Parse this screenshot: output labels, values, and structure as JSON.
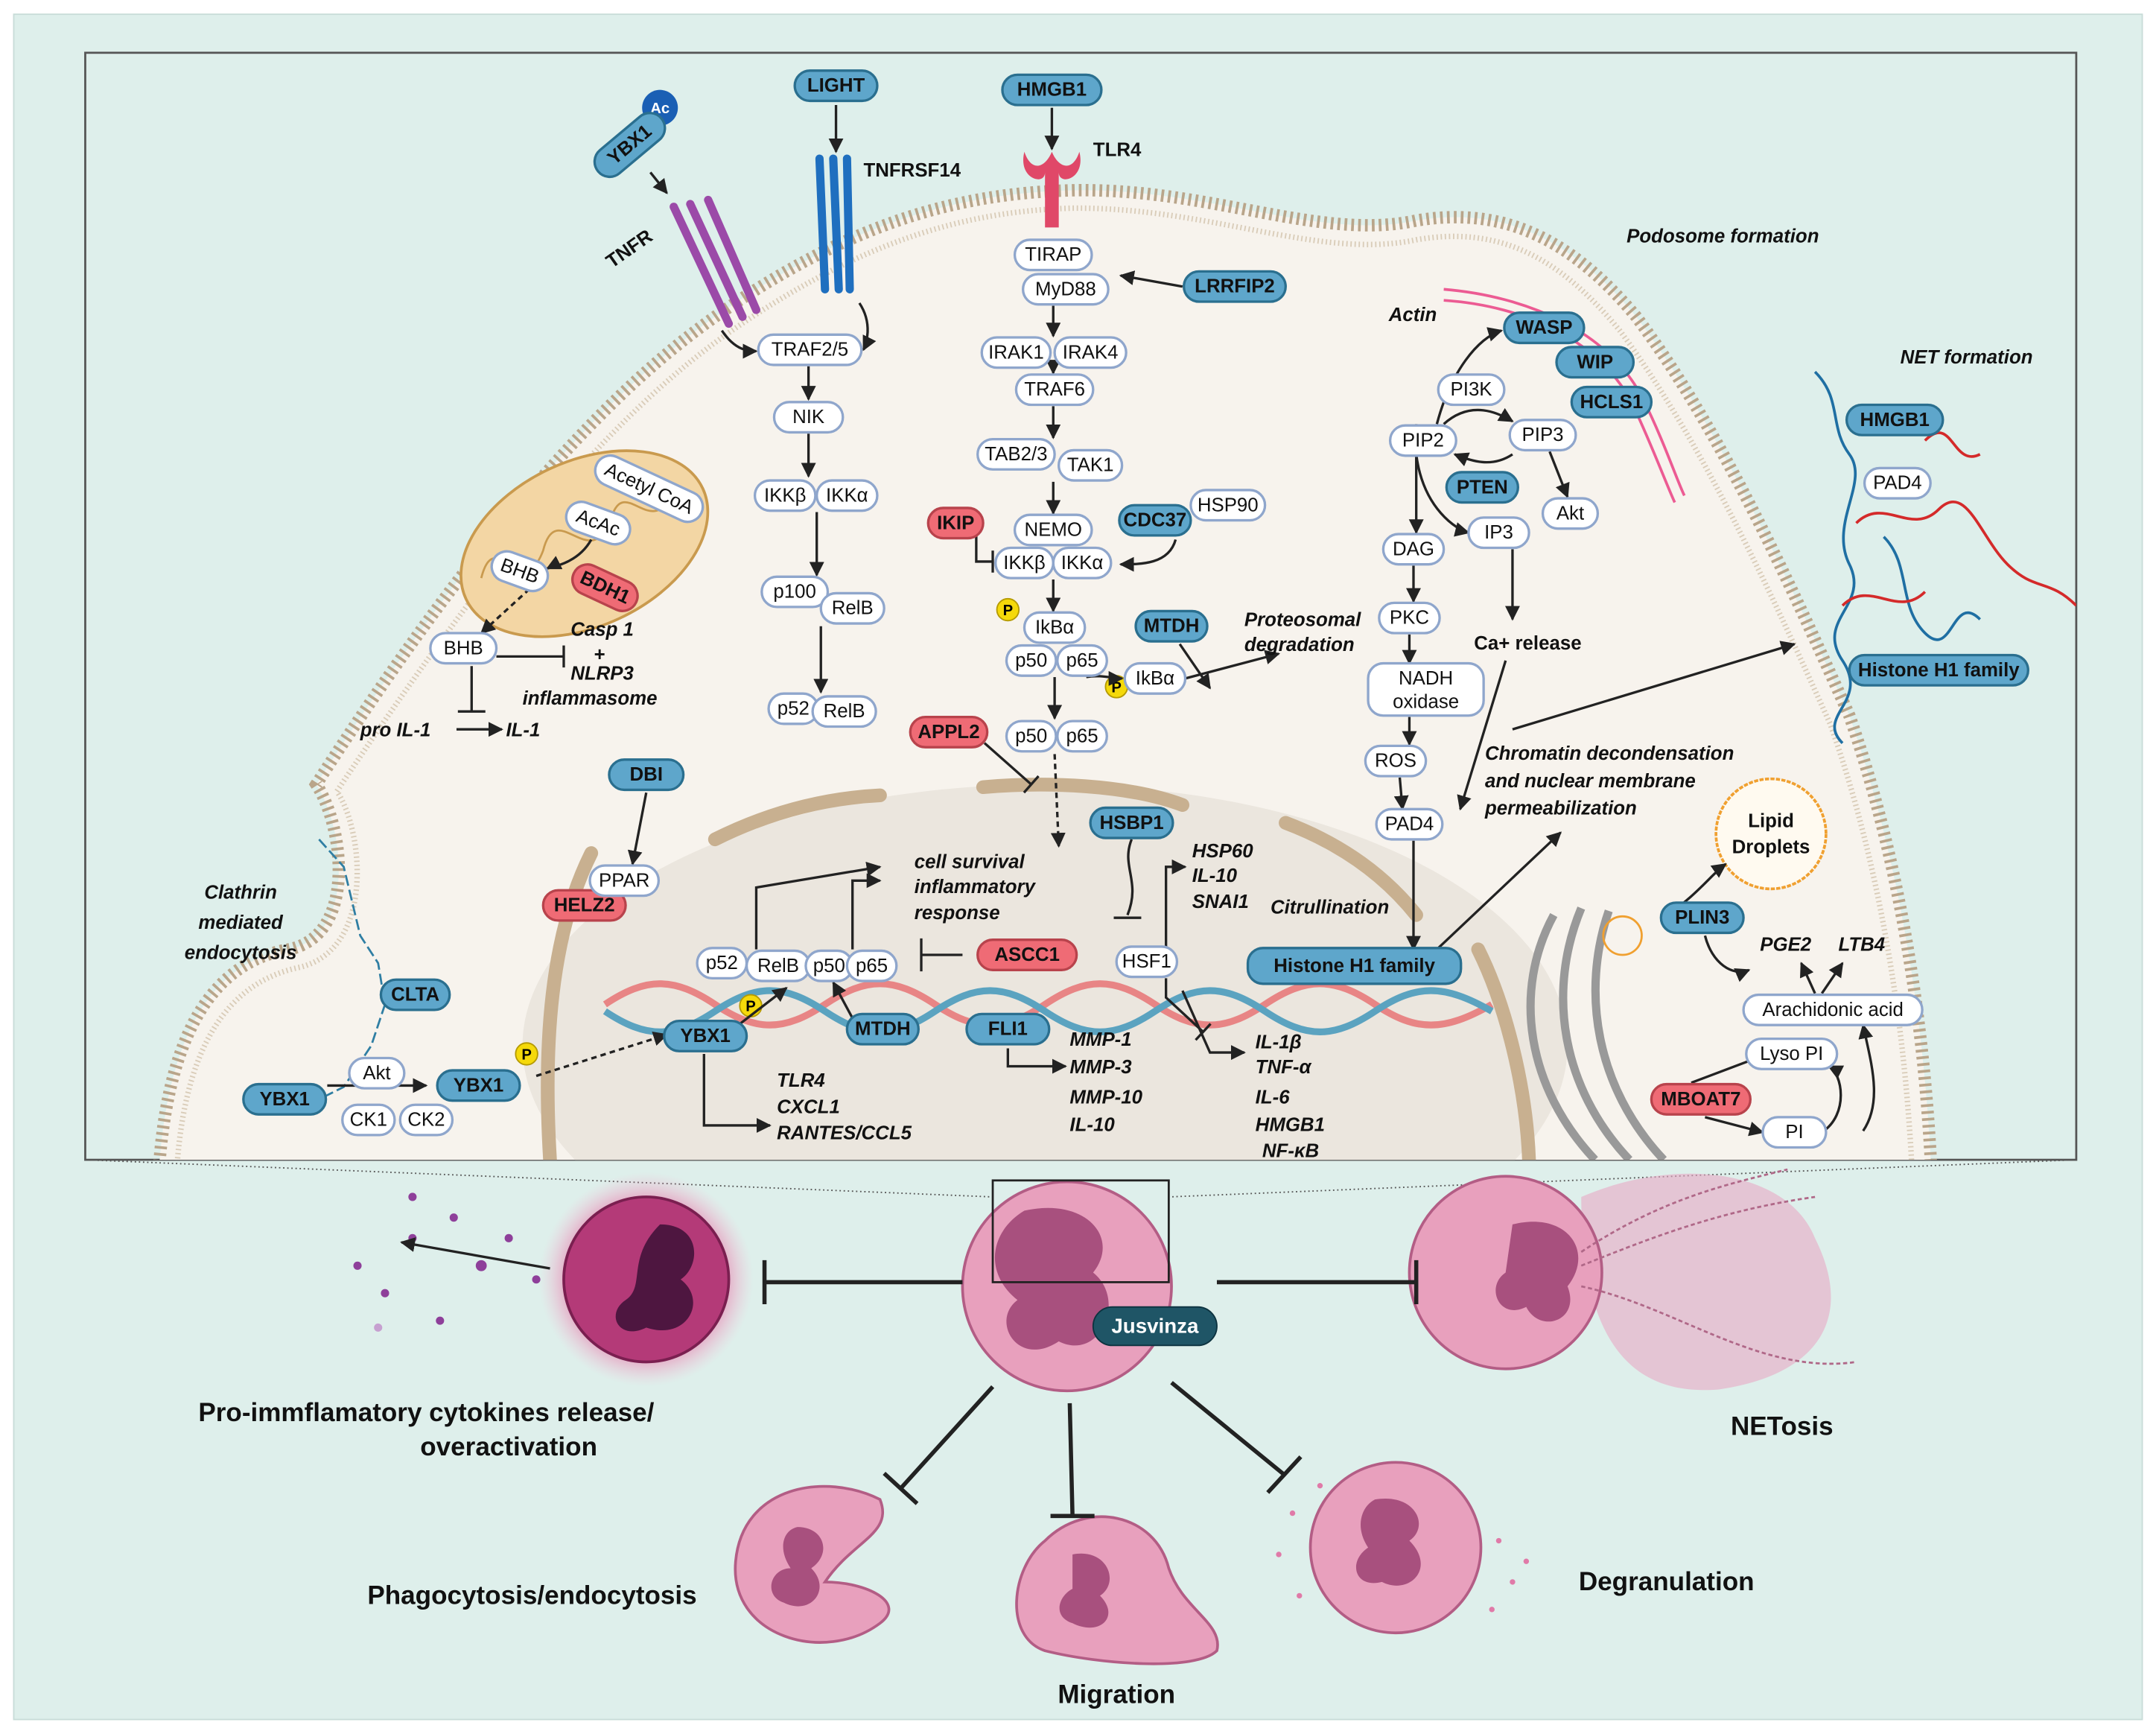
{
  "colors": {
    "background": "#deefeb",
    "cytoplasm": "#f7f3ed",
    "nucleus": "#ebe6de",
    "membrane": "#b9a58a",
    "protein_blue": "#5ea6cb",
    "protein_red": "#ef6b75",
    "protein_white": "#ffffff",
    "phospho": "#f5d90a",
    "jusvinza": "#1f5566",
    "neutrophil": "#e8a0bd",
    "neutrophil_nucleus": "#8e3f72"
  },
  "proteins": {
    "ybx1_ac": {
      "label": "YBX1",
      "kind": "blue"
    },
    "light": {
      "label": "LIGHT",
      "kind": "blue"
    },
    "hmgb1_top": {
      "label": "HMGB1",
      "kind": "blue"
    },
    "lrrfip2": {
      "label": "LRRFIP2",
      "kind": "blue"
    },
    "cdc37": {
      "label": "CDC37",
      "kind": "blue"
    },
    "mtdh_cyto": {
      "label": "MTDH",
      "kind": "blue"
    },
    "dbi": {
      "label": "DBI",
      "kind": "blue"
    },
    "wasp": {
      "label": "WASP",
      "kind": "blue"
    },
    "wip": {
      "label": "WIP",
      "kind": "blue"
    },
    "hcls1": {
      "label": "HCLS1",
      "kind": "blue"
    },
    "pten": {
      "label": "PTEN",
      "kind": "blue"
    },
    "hmgb1_net": {
      "label": "HMGB1",
      "kind": "blue"
    },
    "histone_net": {
      "label": "Histone H1 family",
      "kind": "blue"
    },
    "histone_nuc": {
      "label": "Histone H1 family",
      "kind": "blue"
    },
    "plin3": {
      "label": "PLIN3",
      "kind": "blue"
    },
    "hsbp1": {
      "label": "HSBP1",
      "kind": "blue"
    },
    "clta": {
      "label": "CLTA",
      "kind": "blue"
    },
    "ybx1_a": {
      "label": "YBX1",
      "kind": "blue"
    },
    "ybx1_b": {
      "label": "YBX1",
      "kind": "blue"
    },
    "ybx1_c": {
      "label": "YBX1",
      "kind": "blue"
    },
    "mtdh_nuc": {
      "label": "MTDH",
      "kind": "blue"
    },
    "fli1": {
      "label": "FLI1",
      "kind": "blue"
    },
    "bdh1": {
      "label": "BDH1",
      "kind": "red"
    },
    "ikip": {
      "label": "IKIP",
      "kind": "red"
    },
    "appl2": {
      "label": "APPL2",
      "kind": "red"
    },
    "helz2": {
      "label": "HELZ2",
      "kind": "red"
    },
    "ascc1": {
      "label": "ASCC1",
      "kind": "red"
    },
    "mboat7": {
      "label": "MBOAT7",
      "kind": "red"
    },
    "acetyl_coa": {
      "label": "Acetyl CoA",
      "kind": "white"
    },
    "acac": {
      "label": "AcAc",
      "kind": "white"
    },
    "bhb_mito": {
      "label": "BHB",
      "kind": "white"
    },
    "bhb": {
      "label": "BHB",
      "kind": "white"
    },
    "traf25": {
      "label": "TRAF2/5",
      "kind": "white"
    },
    "nik": {
      "label": "NIK",
      "kind": "white"
    },
    "ikkb_1": {
      "label": "IKKβ",
      "kind": "white"
    },
    "ikka_1": {
      "label": "IKKα",
      "kind": "white"
    },
    "p100": {
      "label": "p100",
      "kind": "white"
    },
    "relb_1": {
      "label": "RelB",
      "kind": "white"
    },
    "p52_1": {
      "label": "p52",
      "kind": "white"
    },
    "relb_2": {
      "label": "RelB",
      "kind": "white"
    },
    "tirap": {
      "label": "TIRAP",
      "kind": "white"
    },
    "myd88": {
      "label": "MyD88",
      "kind": "white"
    },
    "irak1": {
      "label": "IRAK1",
      "kind": "white"
    },
    "irak4": {
      "label": "IRAK4",
      "kind": "white"
    },
    "traf6": {
      "label": "TRAF6",
      "kind": "white"
    },
    "tab23": {
      "label": "TAB2/3",
      "kind": "white"
    },
    "tak1": {
      "label": "TAK1",
      "kind": "white"
    },
    "nemo": {
      "label": "NEMO",
      "kind": "white"
    },
    "ikkb_2": {
      "label": "IKKβ",
      "kind": "white"
    },
    "ikka_2": {
      "label": "IKKα",
      "kind": "white"
    },
    "hsp90": {
      "label": "HSP90",
      "kind": "white"
    },
    "ikba_1": {
      "label": "IkBα",
      "kind": "white"
    },
    "p50_1": {
      "label": "p50",
      "kind": "white"
    },
    "p65_1": {
      "label": "p65",
      "kind": "white"
    },
    "ikba_2": {
      "label": "IkBα",
      "kind": "white"
    },
    "p50_2": {
      "label": "p50",
      "kind": "white"
    },
    "p65_2": {
      "label": "p65",
      "kind": "white"
    },
    "pi3k": {
      "label": "PI3K",
      "kind": "white"
    },
    "pip2": {
      "label": "PIP2",
      "kind": "white"
    },
    "pip3": {
      "label": "PIP3",
      "kind": "white"
    },
    "akt_1": {
      "label": "Akt",
      "kind": "white"
    },
    "ip3": {
      "label": "IP3",
      "kind": "white"
    },
    "dag": {
      "label": "DAG",
      "kind": "white"
    },
    "pkc": {
      "label": "PKC",
      "kind": "white"
    },
    "nadh": {
      "label": "NADH oxidase",
      "kind": "white"
    },
    "ros": {
      "label": "ROS",
      "kind": "white"
    },
    "pad4_1": {
      "label": "PAD4",
      "kind": "white"
    },
    "pad4_net": {
      "label": "PAD4",
      "kind": "white"
    },
    "hsf1": {
      "label": "HSF1",
      "kind": "white"
    },
    "p52_2": {
      "label": "p52",
      "kind": "white"
    },
    "relb_3": {
      "label": "RelB",
      "kind": "white"
    },
    "p50_3": {
      "label": "p50",
      "kind": "white"
    },
    "p65_3": {
      "label": "p65",
      "kind": "white"
    },
    "ppar": {
      "label": "PPAR",
      "kind": "white"
    },
    "akt_2": {
      "label": "Akt",
      "kind": "white"
    },
    "ck1": {
      "label": "CK1",
      "kind": "white"
    },
    "ck2": {
      "label": "CK2",
      "kind": "white"
    },
    "arachidonic": {
      "label": "Arachidonic acid",
      "kind": "white"
    },
    "lysopi": {
      "label": "Lyso PI",
      "kind": "white"
    },
    "pi": {
      "label": "PI",
      "kind": "white"
    }
  },
  "modifications": {
    "acetyl": "Ac",
    "phospho": "P"
  },
  "labels": {
    "tnfr": "TNFR",
    "tnfrsf14": "TNFRSF14",
    "tlr4": "TLR4",
    "podosome": "Podosome formation",
    "actin": "Actin",
    "net_formation": "NET formation",
    "casp1": "Casp 1",
    "plus": "+",
    "nlrp3": "NLRP3",
    "inflammasome": "inflammasome",
    "pro_il1": "pro IL-1",
    "il1": "IL-1",
    "proteosomal_1": "Proteosomal",
    "proteosomal_2": "degradation",
    "ca_release": "Ca+ release",
    "chromatin_1": "Chromatin decondensation",
    "chromatin_2": "and nuclear membrane",
    "chromatin_3": "permeabilization",
    "lipid_1": "Lipid",
    "lipid_2": "Droplets",
    "survival_1": "cell survival",
    "survival_2": "inflammatory",
    "survival_3": "response",
    "hsp_targets": [
      "HSP60",
      "IL-10",
      "SNAI1"
    ],
    "citrullination": "Citrullination",
    "clathrin_1": "Clathrin",
    "clathrin_2": "mediated",
    "clathrin_3": "endocytosis",
    "pge2": "PGE2",
    "ltb4": "LTB4",
    "ybx1_targets": [
      "TLR4",
      "CXCL1",
      "RANTES/CCL5"
    ],
    "fli1_targets": [
      "MMP-1",
      "MMP-3",
      "MMP-10",
      "IL-10"
    ],
    "hsf1_targets": [
      "IL-1β",
      "TNF-α",
      "IL-6",
      "HMGB1",
      "NF-κB"
    ]
  },
  "bottom": {
    "jusvinza": "Jusvinza",
    "cytokines_1": "Pro-immflamatory cytokines release/",
    "cytokines_2": "overactivation",
    "phagocytosis": "Phagocytosis/endocytosis",
    "migration": "Migration",
    "degranulation": "Degranulation",
    "netosis": "NETosis"
  }
}
